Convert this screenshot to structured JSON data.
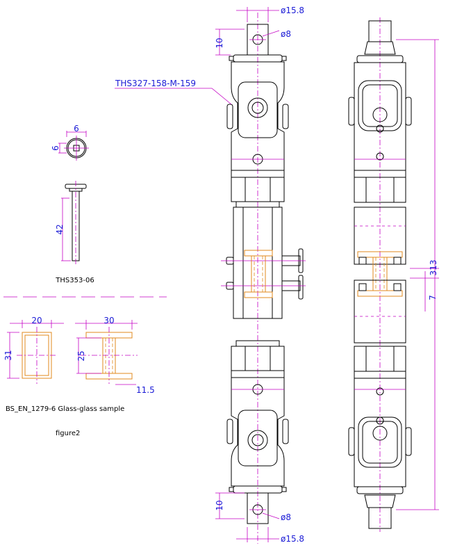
{
  "labels": {
    "part_ref": "THS327-158-M-159",
    "pin_ref": "THS353-06",
    "sample_caption": "BS_EN_1279-6 Glass-glass sample",
    "figure_caption": "figure2"
  },
  "dimensions": {
    "top_shaft_diameter": "ø15.8",
    "top_hole_diameter": "ø8",
    "top_tab_height": "10",
    "bottom_tab_height": "10",
    "bottom_hole_diameter": "ø8",
    "bottom_shaft_diameter": "ø15.8",
    "pin_head_width": "6",
    "pin_head_height": "6",
    "pin_length": "42",
    "sample_a_width": "20",
    "sample_a_height": "31",
    "sample_b_width": "30",
    "sample_b_height": "25",
    "sample_b_flange": "11.5",
    "overall_length": "313",
    "gap": "7"
  },
  "colors": {
    "dimension": "#1b1bd6",
    "centerline": "#c400c4",
    "sample": "#e08a1e",
    "outline": "#000000"
  }
}
